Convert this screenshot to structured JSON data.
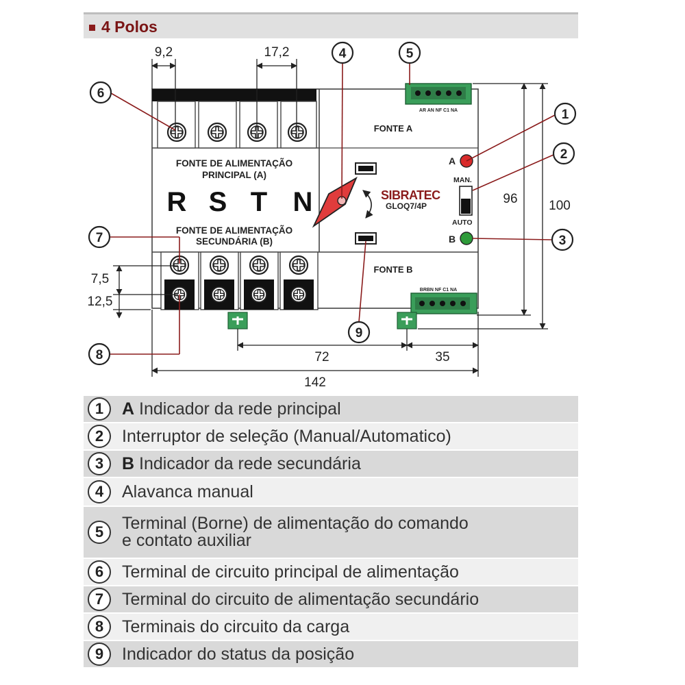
{
  "header": {
    "title": "4 Polos"
  },
  "diagram": {
    "dims": {
      "d_9_2": "9,2",
      "d_17_2": "17,2",
      "d_96": "96",
      "d_100": "100",
      "d_7_5": "7,5",
      "d_12_5": "12,5",
      "d_72": "72",
      "d_35": "35",
      "d_142": "142"
    },
    "callouts": [
      "1",
      "2",
      "3",
      "4",
      "5",
      "6",
      "7",
      "8",
      "9"
    ],
    "labels": {
      "fonte_a": "FONTE A",
      "fonte_b": "FONTE B",
      "principal_1": "FONTE DE ALIMENTAÇÃO",
      "principal_2": "PRINCIPAL (A)",
      "secundaria_1": "FONTE DE ALIMENTAÇÃO",
      "secundaria_2": "SECUNDÁRIA (B)",
      "phase_r": "R",
      "phase_s": "S",
      "phase_t": "T",
      "phase_n": "N",
      "brand": "SIBRATEC",
      "model": "GLOQ7/4P",
      "ind_a": "A",
      "ind_b": "B",
      "man": "MAN.",
      "auto": "AUTO",
      "top_connector_pins": "AR AN NF C1 NA",
      "bottom_connector_pins": "BRBN NF C1 NA"
    },
    "colors": {
      "lever": "#e03c3c",
      "indicator_a": "#d92b2b",
      "indicator_b": "#2e9b3a",
      "connector": "#3a9e5a",
      "callout_line": "#8a1b1b"
    }
  },
  "legend": [
    {
      "num": "1",
      "bold": "A",
      "text": "Indicador da rede principal"
    },
    {
      "num": "2",
      "bold": "",
      "text": "Interruptor de seleção (Manual/Automatico)"
    },
    {
      "num": "3",
      "bold": "B",
      "text": "Indicador da rede secundária"
    },
    {
      "num": "4",
      "bold": "",
      "text": "Alavanca manual"
    },
    {
      "num": "5",
      "bold": "",
      "text": "Terminal (Borne) de alimentação do comando",
      "text2": "e contato auxiliar"
    },
    {
      "num": "6",
      "bold": "",
      "text": "Terminal de circuito principal de alimentação"
    },
    {
      "num": "7",
      "bold": "",
      "text": "Terminal do circuito de alimentação secundário"
    },
    {
      "num": "8",
      "bold": "",
      "text": "Terminais do circuito da carga"
    },
    {
      "num": "9",
      "bold": "",
      "text": "Indicador do status da posição"
    }
  ]
}
